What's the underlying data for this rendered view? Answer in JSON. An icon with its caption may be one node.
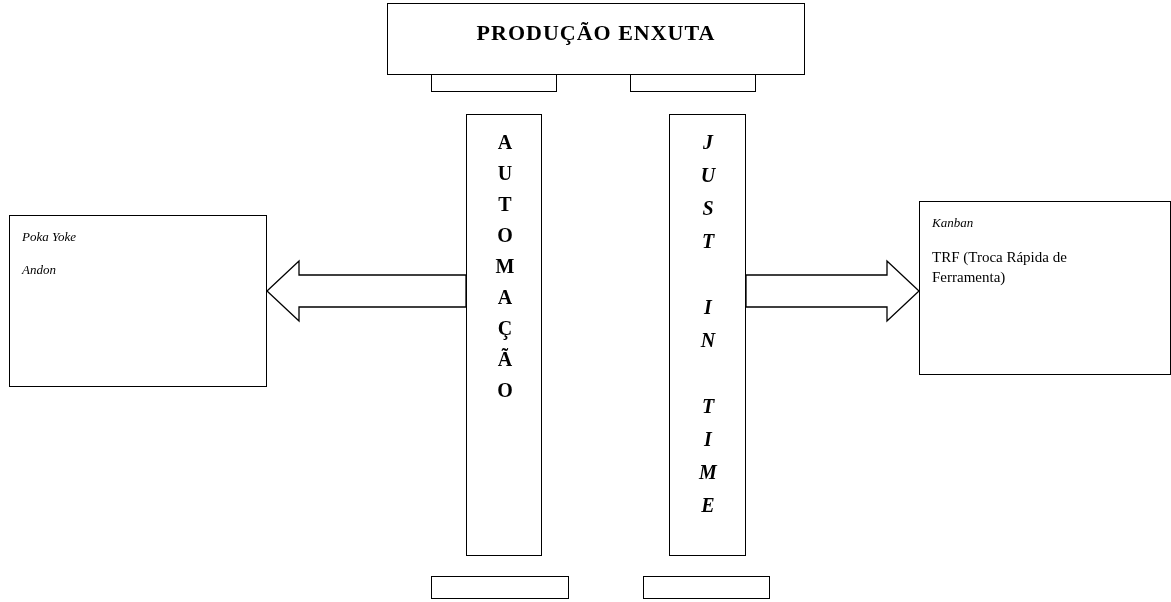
{
  "diagram": {
    "nodes": [
      {
        "text": [
          "PRODUÇÃO ENXUTA"
        ]
      },
      {
        "text": [],
        "shape": "box"
      },
      {
        "text": [],
        "shape": "box"
      },
      {
        "text": [
          "AUTOMAÇÃO"
        ]
      },
      {
        "text": [
          "JUST IN TIME"
        ]
      },
      {
        "text": [
          "Poka Yoke",
          "Andon"
        ]
      },
      {
        "text": [
          "Kanban",
          "TRF (Troca Rápida de Ferramenta)"
        ]
      },
      {
        "text": [],
        "shape": "box"
      },
      {
        "text": [],
        "shape": "box"
      }
    ],
    "edges": [
      {
        "from": 3,
        "to": 5,
        "arrow": "to"
      },
      {
        "from": 4,
        "to": 6,
        "arrow": "to"
      }
    ]
  }
}
